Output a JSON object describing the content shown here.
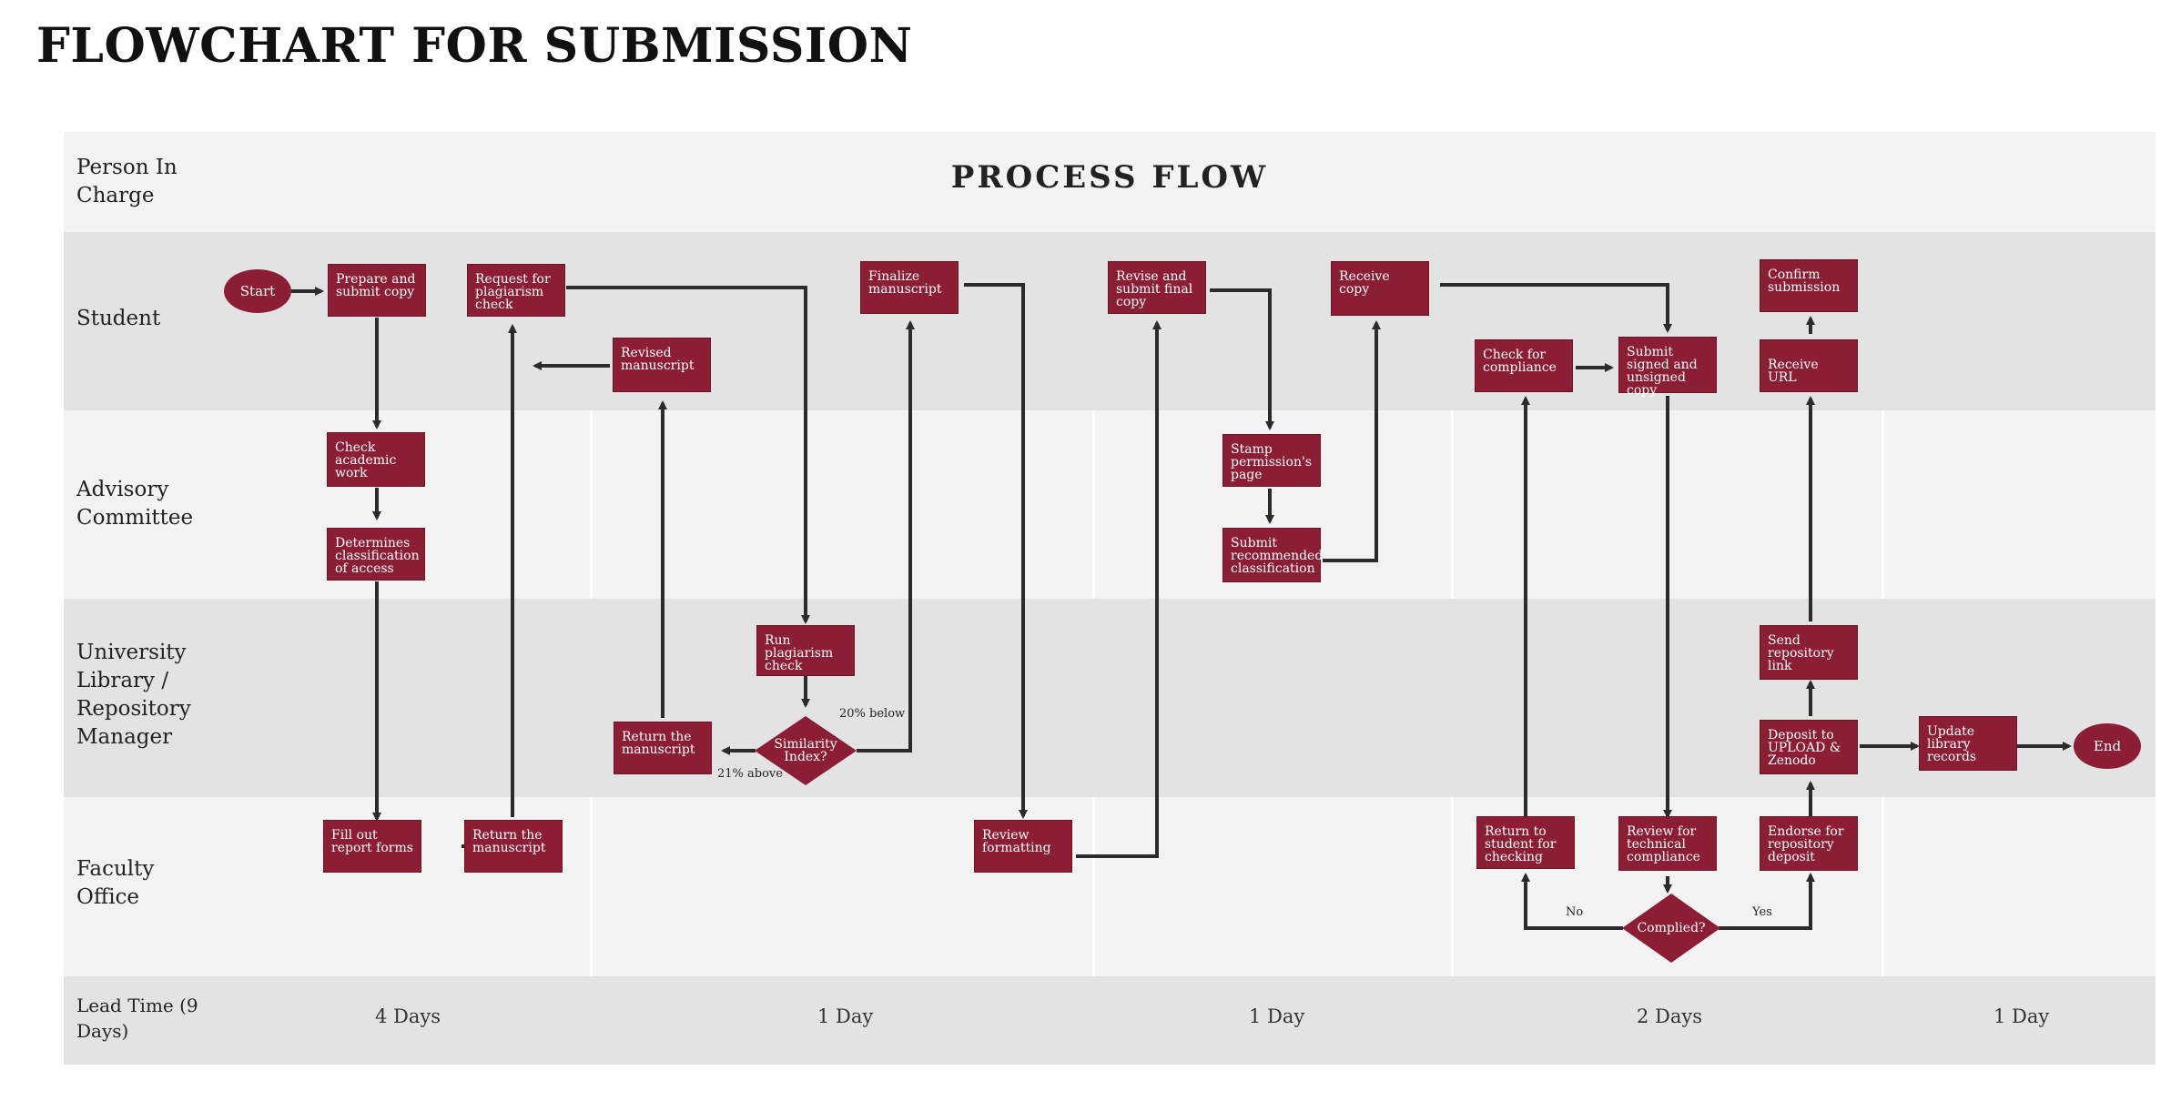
{
  "title": "FLOWCHART FOR SUBMISSION",
  "header": {
    "person_in_charge": "Person In Charge",
    "process_flow": "PROCESS FLOW"
  },
  "lanes": {
    "student": "Student",
    "advisory": "Advisory Committee",
    "library": "University Library / Repository Manager",
    "faculty": "Faculty Office",
    "lead_time": "Lead Time (9 Days)"
  },
  "lead_times": [
    "4 Days",
    "1 Day",
    "1 Day",
    "2 Days",
    "1 Day"
  ],
  "nodes": {
    "start": "Start",
    "prepare": "Prepare and submit copy",
    "request_check": "Request for plagiarism check",
    "revised": "Revised manuscript",
    "finalize": "Finalize manuscript",
    "revise_submit": "Revise and submit final copy",
    "receive_copy": "Receive copy",
    "check_compliance": "Check for compliance",
    "submit_signed": "Submit signed and unsigned copy",
    "confirm": "Confirm submission",
    "receive_url": "Receive URL",
    "check_academic": "Check academic work",
    "determines": "Determines classification of access",
    "stamp": "Stamp permission's page",
    "submit_recommended": "Submit recommended classification",
    "run_check": "Run plagiarism check",
    "similarity": "Similarity Index?",
    "return_manuscript_lib": "Return the manuscript",
    "send_link": "Send repository link",
    "deposit": "Deposit to UPLOAD & Zenodo",
    "update_records": "Update library records",
    "end": "End",
    "fill_out": "Fill out report forms",
    "return_manuscript_fac": "Return the manuscript",
    "review_formatting": "Review formatting",
    "return_student": "Return to student for checking",
    "review_technical": "Review for technical compliance",
    "endorse": "Endorse for repository deposit",
    "complied": "Complied?"
  },
  "edge_labels": {
    "below": "20% below",
    "above": "21% above",
    "no": "No",
    "yes": "Yes"
  },
  "colors": {
    "node": "#8b1d35",
    "arrow": "#2b2b2b",
    "band_dark": "#e3e3e3",
    "band_light": "#f3f3f3"
  }
}
